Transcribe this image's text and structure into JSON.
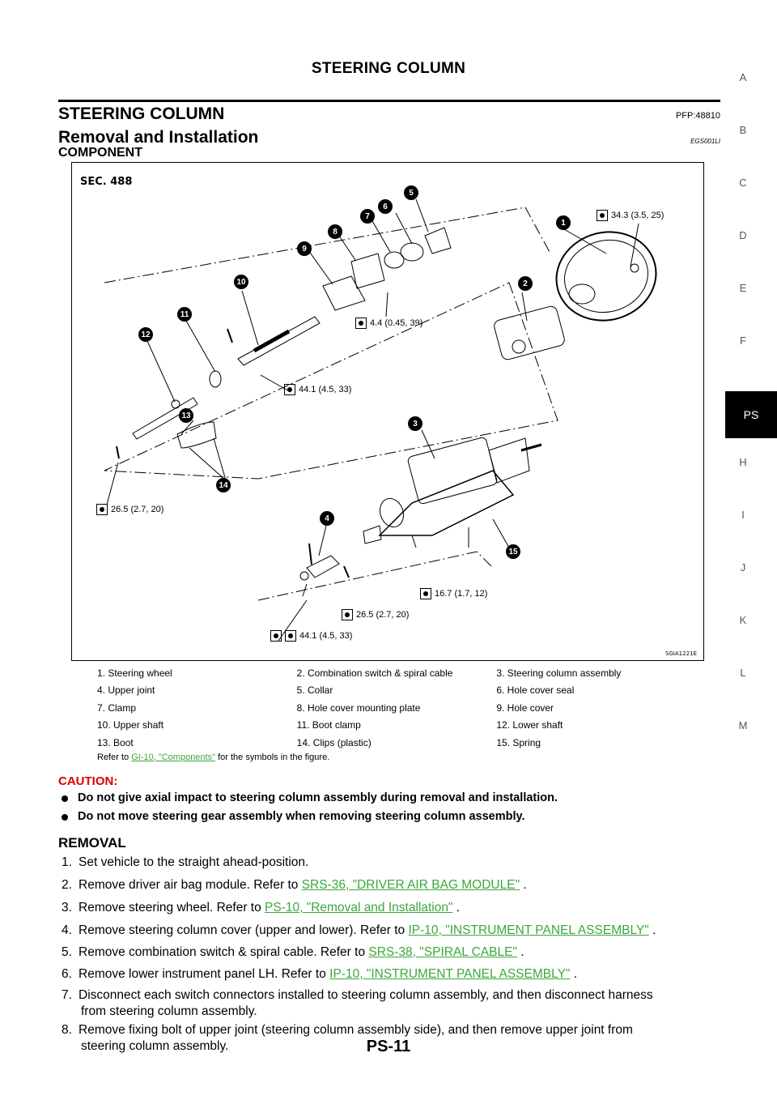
{
  "header": {
    "title": "STEERING COLUMN"
  },
  "section": {
    "title": "STEERING COLUMN",
    "pfp": "PFP:48810",
    "subtitle": "Removal and Installation",
    "egs": "EGS001LI",
    "component": "COMPONENT"
  },
  "side_index": [
    "A",
    "B",
    "C",
    "D",
    "E",
    "F",
    "PS",
    "H",
    "I",
    "J",
    "K",
    "L",
    "M"
  ],
  "figure": {
    "sec": "SEC. 488",
    "code": "SGIA1221E",
    "callouts": [
      "1",
      "2",
      "3",
      "4",
      "5",
      "6",
      "7",
      "8",
      "9",
      "10",
      "11",
      "12",
      "13",
      "14",
      "15"
    ],
    "torques": [
      "34.3 (3.5, 25)",
      "4.4 (0.45, 39)",
      "44.1 (4.5, 33)",
      "26.5 (2.7, 20)",
      "16.7 (1.7, 12)",
      "26.5 (2.7, 20)",
      "44.1 (4.5, 33)"
    ]
  },
  "legend": {
    "rows": [
      [
        "1.   Steering wheel",
        "2.   Combination switch & spiral cable",
        "3.   Steering column assembly"
      ],
      [
        "4.   Upper joint",
        "5.   Collar",
        "6.   Hole cover seal"
      ],
      [
        "7.   Clamp",
        "8.   Hole cover mounting plate",
        "9.   Hole cover"
      ],
      [
        "10.  Upper shaft",
        "11.  Boot clamp",
        "12.  Lower shaft"
      ],
      [
        "13.  Boot",
        "14.  Clips (plastic)",
        "15.  Spring"
      ]
    ],
    "note_prefix": "Refer to",
    "note_link": "GI-10, \"Components\"",
    "note_suffix": "for the symbols in the figure."
  },
  "caution": {
    "title": "CAUTION:",
    "items": [
      "Do not give axial impact to steering column assembly during removal and installation.",
      "Do not move steering gear assembly when removing steering column assembly."
    ]
  },
  "removal": {
    "title": "REMOVAL",
    "steps": [
      {
        "num": "1.",
        "text": "Set vehicle to the straight ahead-position."
      },
      {
        "num": "2.",
        "text": "Remove driver air bag module. Refer to",
        "link": "SRS-36, \"DRIVER AIR BAG MODULE\"",
        "end": "."
      },
      {
        "num": "3.",
        "text": "Remove steering wheel. Refer to",
        "link": "PS-10, \"Removal and Installation\"",
        "end": "."
      },
      {
        "num": "4.",
        "text": "Remove steering column cover (upper and lower). Refer to",
        "link": "IP-10, \"INSTRUMENT PANEL ASSEMBLY\"",
        "end": "."
      },
      {
        "num": "5.",
        "text": "Remove combination switch & spiral cable. Refer to",
        "link": "SRS-38, \"SPIRAL CABLE\"",
        "end": "."
      },
      {
        "num": "6.",
        "text": "Remove lower instrument panel LH. Refer to",
        "link": "IP-10, \"INSTRUMENT PANEL ASSEMBLY\"",
        "end": "."
      },
      {
        "num": "7.",
        "text": "Disconnect each switch connectors installed to steering column assembly, and then disconnect harness",
        "cont": "from steering column assembly."
      },
      {
        "num": "8.",
        "text": "Remove fixing bolt of upper joint (steering column assembly side), and then remove upper joint from",
        "cont": "steering column assembly."
      }
    ]
  },
  "page_number": "PS-11"
}
